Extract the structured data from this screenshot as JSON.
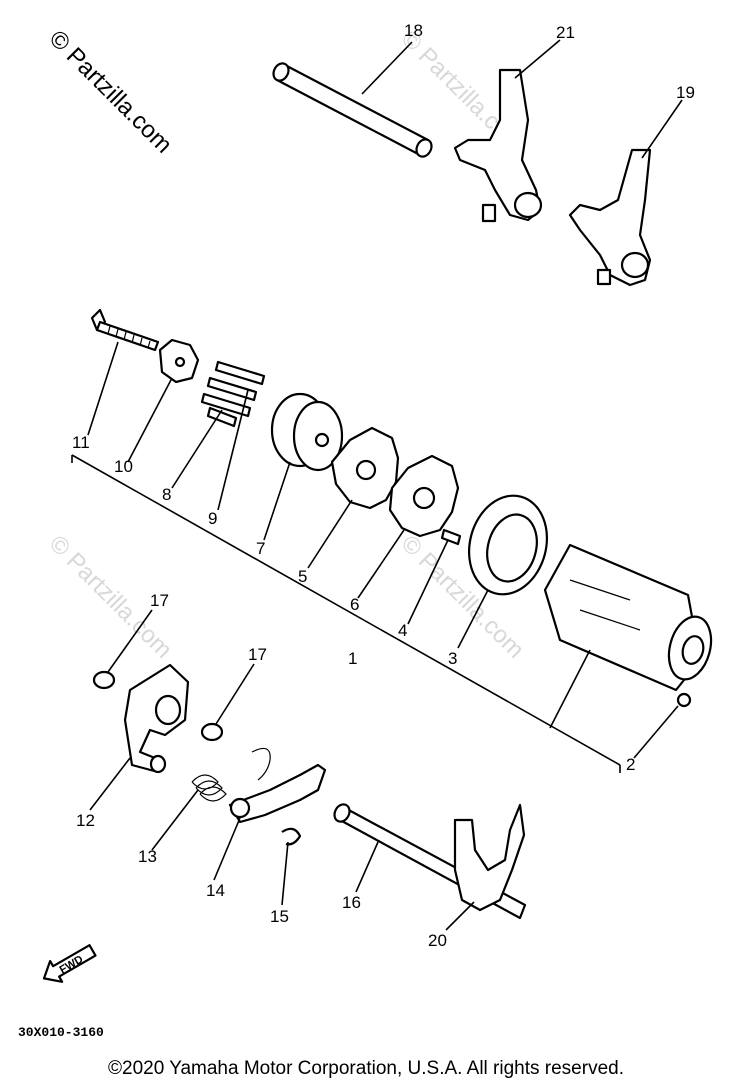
{
  "watermark": {
    "main": "© Partzilla.com",
    "faint": "© Partzilla.com"
  },
  "callouts": {
    "c1": "1",
    "c2": "2",
    "c3": "3",
    "c4": "4",
    "c5": "5",
    "c6": "6",
    "c7": "7",
    "c8": "8",
    "c9": "9",
    "c10": "10",
    "c11": "11",
    "c12": "12",
    "c13": "13",
    "c14": "14",
    "c15": "15",
    "c16": "16",
    "c17a": "17",
    "c17b": "17",
    "c18": "18",
    "c19": "19",
    "c20": "20",
    "c21": "21"
  },
  "fwd_label": "FWD",
  "drawing_code": "30X010-3160",
  "copyright": "©2020 Yamaha Motor Corporation, U.S.A. All rights reserved."
}
